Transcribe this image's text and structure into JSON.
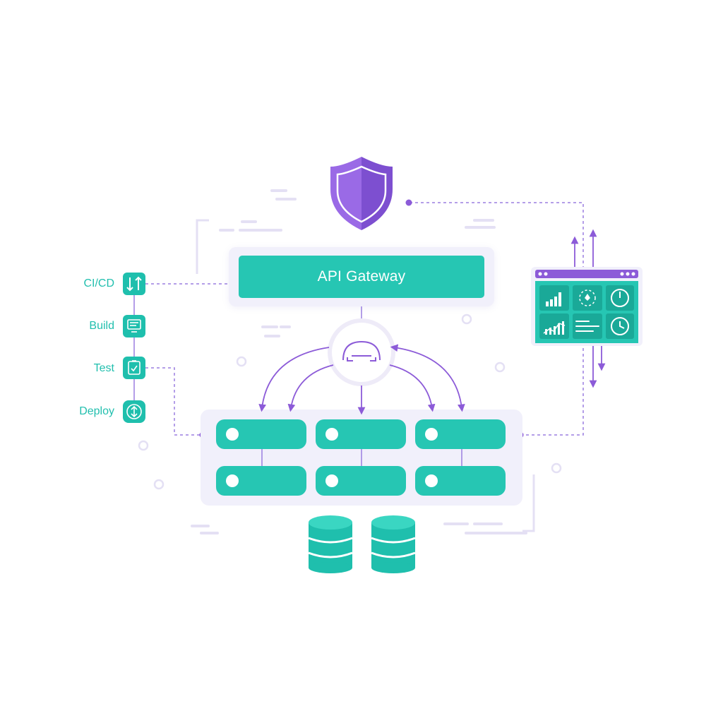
{
  "gateway": {
    "label": "API Gateway"
  },
  "pipeline": {
    "steps": [
      {
        "label": "CI/CD",
        "icon": "arrows-up-down-icon"
      },
      {
        "label": "Build",
        "icon": "monitor-icon"
      },
      {
        "label": "Test",
        "icon": "clipboard-check-icon"
      },
      {
        "label": "Deploy",
        "icon": "deploy-rocket-icon"
      }
    ]
  },
  "icons": {
    "security": "shield-icon",
    "router": "load-balancer-icon",
    "monitoring": "dashboard-window-icon",
    "storage": "database-icon"
  },
  "colors": {
    "teal": "#26c6b3",
    "teal_dark": "#1aa998",
    "purple": "#8c5bd8",
    "purple_light": "#b69be8",
    "panel_bg": "#f1f0fb",
    "line": "#9b7fe0"
  }
}
